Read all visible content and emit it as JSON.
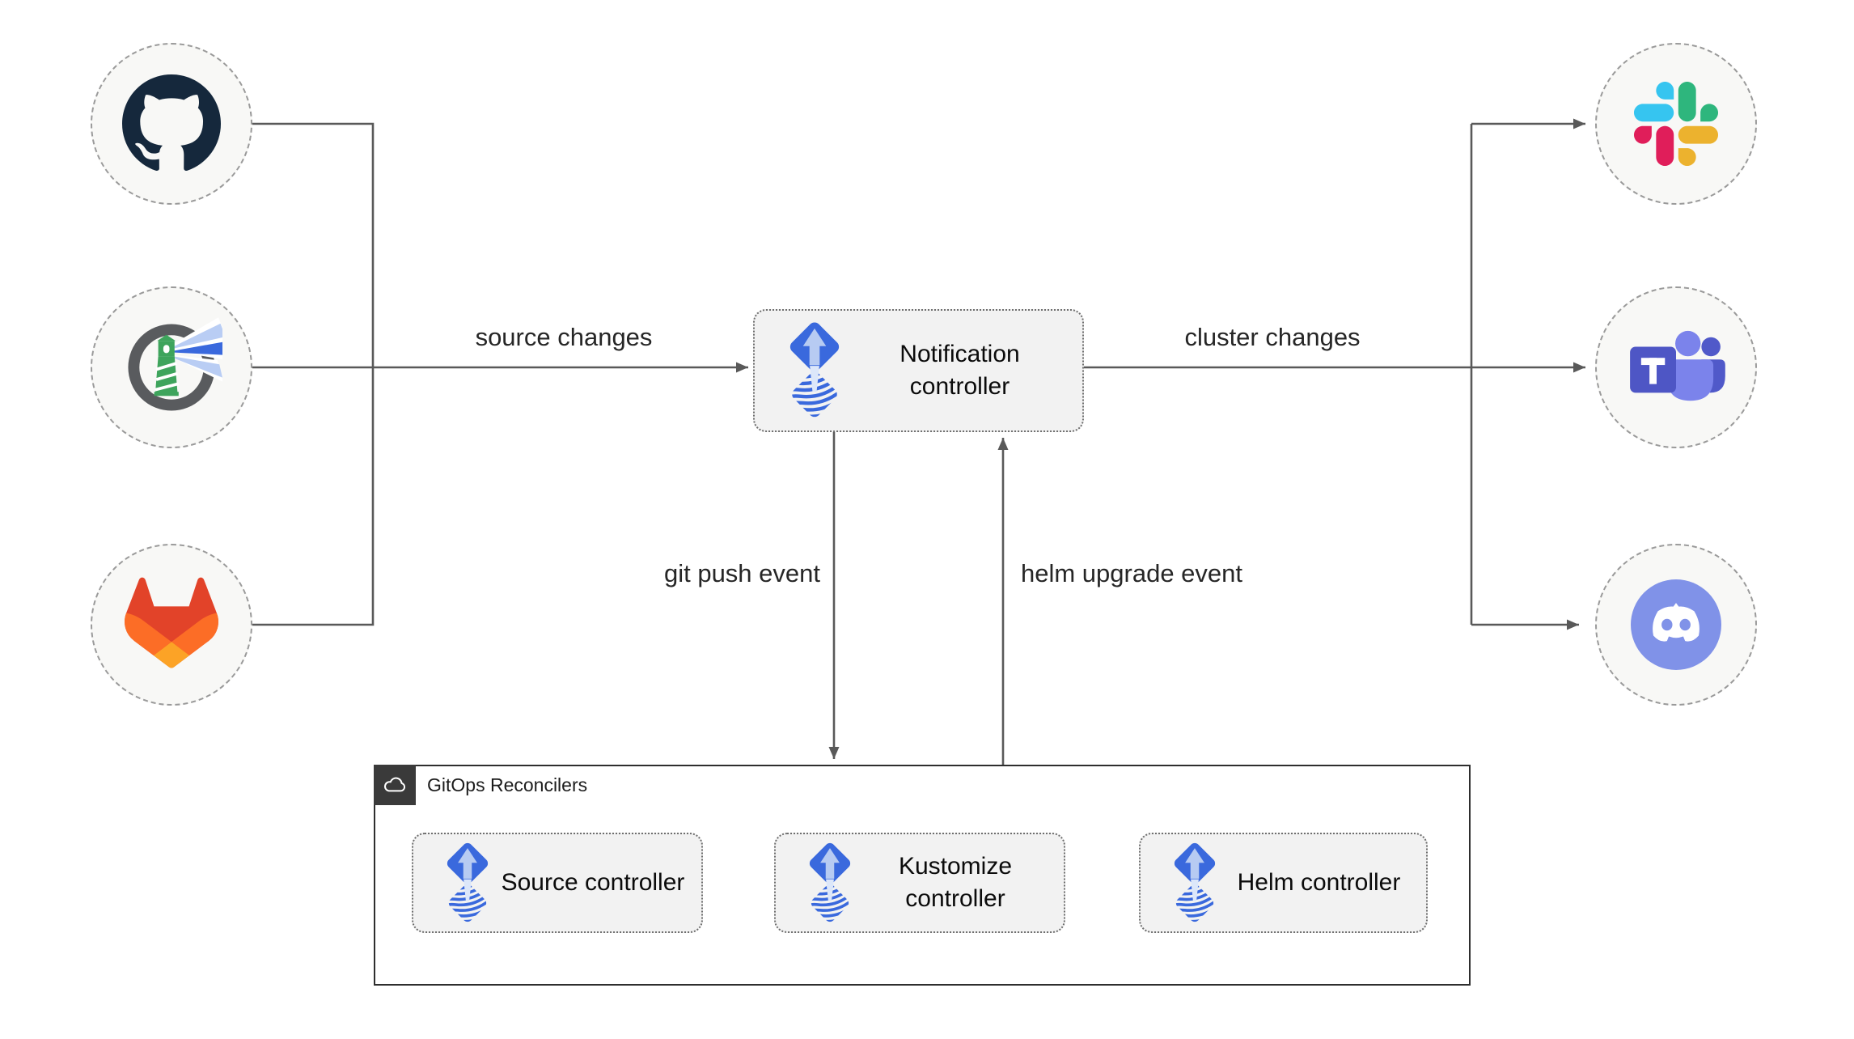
{
  "diagram": {
    "source_nodes": [
      {
        "id": "github",
        "icon": "github-icon"
      },
      {
        "id": "harbor",
        "icon": "harbor-icon"
      },
      {
        "id": "gitlab",
        "icon": "gitlab-icon"
      }
    ],
    "notification_controller": {
      "label": "Notification controller",
      "icon": "flux-icon"
    },
    "target_nodes": [
      {
        "id": "slack",
        "icon": "slack-icon"
      },
      {
        "id": "teams",
        "icon": "microsoft-teams-icon"
      },
      {
        "id": "discord",
        "icon": "discord-icon"
      }
    ],
    "edge_labels": {
      "source_changes": "source changes",
      "cluster_changes": "cluster changes",
      "git_push_event": "git push event",
      "helm_upgrade_event": "helm upgrade event"
    },
    "reconcilers": {
      "title": "GitOps Reconcilers",
      "icon": "cloud-icon",
      "controllers": [
        {
          "label": "Source controller",
          "icon": "flux-icon"
        },
        {
          "label": "Kustomize controller",
          "icon": "flux-icon"
        },
        {
          "label": "Helm controller",
          "icon": "flux-icon"
        }
      ]
    },
    "colors": {
      "line": "#595959",
      "flux_blue": "#3a69dd",
      "flux_light": "#b7cbf2",
      "node_fill": "#f8f8f6",
      "box_fill": "#f2f2f2",
      "container_border": "#2e2e2e",
      "corner_square": "#3a3a3a"
    }
  }
}
